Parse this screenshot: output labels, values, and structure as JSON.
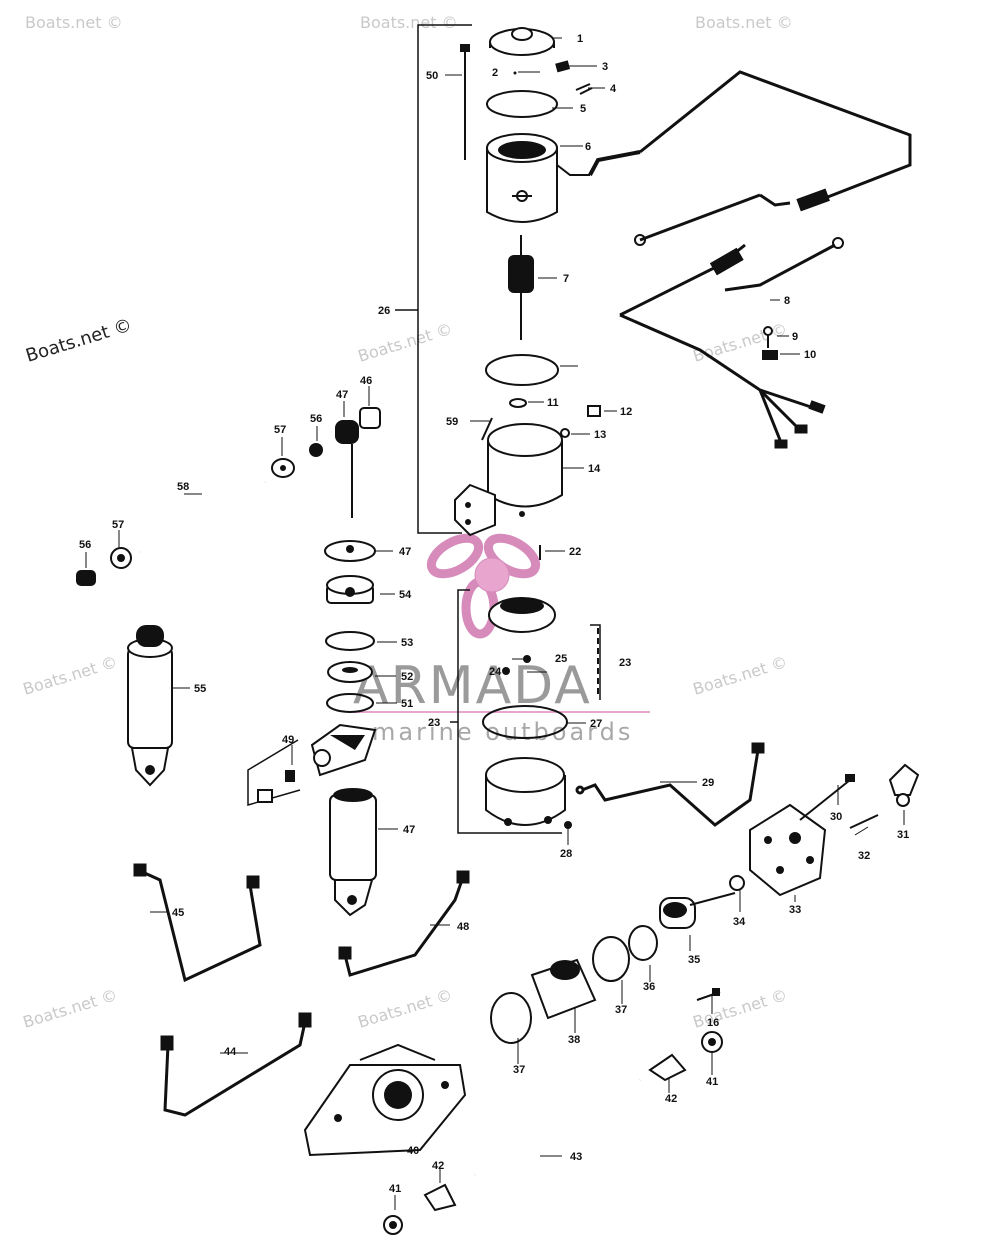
{
  "watermark": {
    "text": "Boats.net ©",
    "brand_name": "ARMADA",
    "brand_tagline": "marine outboards",
    "brand_color": "#e8a6cf"
  },
  "callouts": [
    "1",
    "2",
    "3",
    "4",
    "5",
    "6",
    "7",
    "8",
    "9",
    "10",
    "11",
    "12",
    "13",
    "14",
    "16",
    "22",
    "23",
    "24",
    "25",
    "26",
    "27",
    "28",
    "29",
    "30",
    "31",
    "32",
    "33",
    "34",
    "35",
    "36",
    "37",
    "38",
    "40",
    "41",
    "42",
    "43",
    "44",
    "45",
    "46",
    "47",
    "48",
    "49",
    "50",
    "51",
    "52",
    "53",
    "54",
    "55",
    "56",
    "57",
    "58",
    "59"
  ]
}
